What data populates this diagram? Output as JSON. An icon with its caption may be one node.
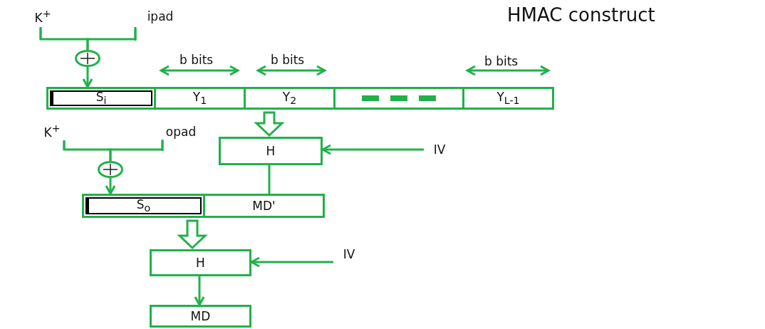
{
  "diagram": {
    "title": "HMAC construct",
    "nodes": [
      {
        "text": [
          "K$^{+}$"
        ]
      },
      {
        "text": [
          "ipad"
        ]
      },
      {
        "text": [],
        "shape": "circle"
      },
      {
        "text": [
          "S$_{i}$"
        ]
      },
      {
        "text": [
          "Y$_{1}$"
        ]
      },
      {
        "text": [
          "Y$_{2}$"
        ]
      },
      {
        "text": [],
        "shape": "box"
      },
      {
        "text": [
          "Y$_{L-1}$"
        ]
      },
      {
        "text": [
          "H"
        ]
      },
      {
        "text": [
          "IV"
        ]
      },
      {
        "text": [
          "K$^{+}$"
        ]
      },
      {
        "text": [
          "opad"
        ]
      },
      {
        "text": [],
        "shape": "circle"
      },
      {
        "text": [
          "S$_{o}$"
        ]
      },
      {
        "text": [
          "MD'"
        ]
      },
      {
        "text": [
          "H"
        ]
      },
      {
        "text": [
          "IV"
        ]
      },
      {
        "text": [
          "MD"
        ]
      }
    ],
    "edges": [
      {
        "from": 0,
        "to": 2,
        "arrow": "none"
      },
      {
        "from": 1,
        "to": 2,
        "arrow": "none"
      },
      {
        "from": 2,
        "to": 3,
        "arrow": "to"
      },
      {
        "from": 5,
        "to": 8,
        "arrow": "to",
        "style": "thick"
      },
      {
        "from": 9,
        "to": 8,
        "arrow": "to"
      },
      {
        "from": 8,
        "to": 14,
        "arrow": "none"
      },
      {
        "from": 10,
        "to": 12,
        "arrow": "none"
      },
      {
        "from": 11,
        "to": 12,
        "arrow": "none"
      },
      {
        "from": 12,
        "to": 13,
        "arrow": "to"
      },
      {
        "from": 13,
        "to": 15,
        "arrow": "to",
        "style": "thick"
      },
      {
        "from": 16,
        "to": 15,
        "arrow": "to"
      },
      {
        "from": 15,
        "to": 17,
        "arrow": "to"
      }
    ],
    "labels": [
      "b bits",
      "b bits",
      "b bits"
    ]
  }
}
